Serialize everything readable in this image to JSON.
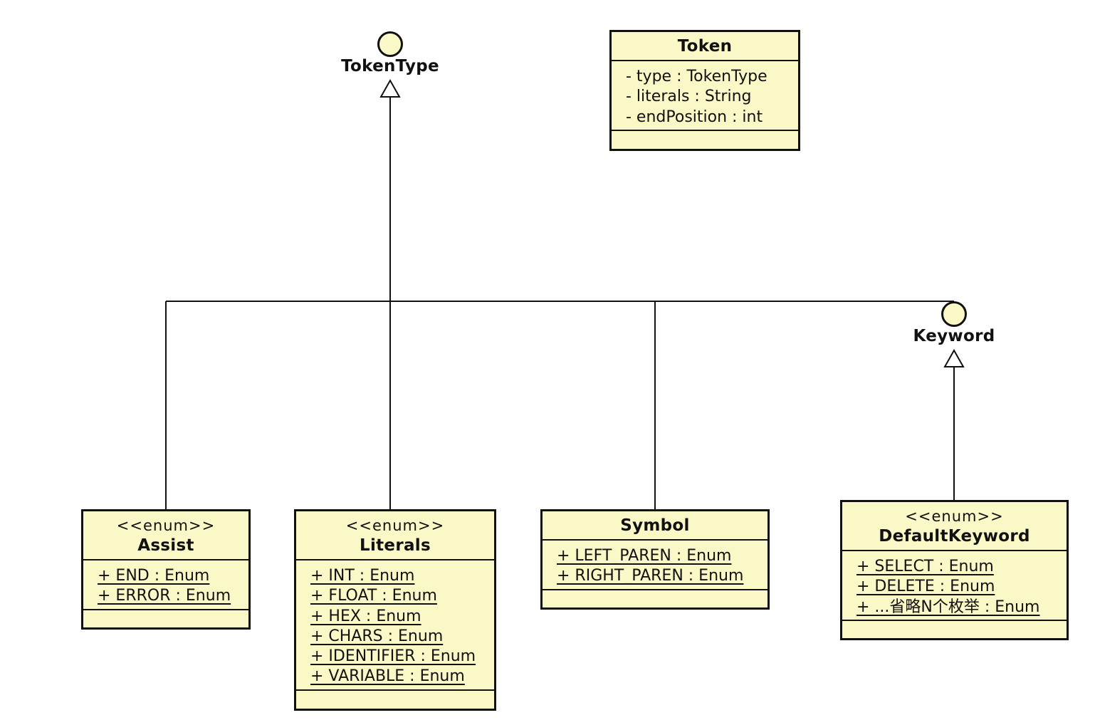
{
  "interfaces": {
    "token_type": {
      "name": "TokenType"
    },
    "keyword": {
      "name": "Keyword"
    }
  },
  "classes": {
    "token": {
      "name": "Token",
      "attributes": [
        "- type : TokenType",
        "- literals : String",
        "- endPosition : int"
      ]
    },
    "assist": {
      "stereotype": "<<enum>>",
      "name": "Assist",
      "attributes": [
        "+ END : Enum",
        "+ ERROR : Enum"
      ]
    },
    "literals": {
      "stereotype": "<<enum>>",
      "name": "Literals",
      "attributes": [
        "+ INT : Enum",
        "+ FLOAT : Enum",
        "+ HEX : Enum",
        "+ CHARS : Enum",
        "+ IDENTIFIER : Enum",
        "+ VARIABLE : Enum"
      ]
    },
    "symbol": {
      "name": "Symbol",
      "attributes": [
        "+ LEFT_PAREN : Enum",
        "+ RIGHT_PAREN : Enum"
      ]
    },
    "default_keyword": {
      "stereotype": "<<enum>>",
      "name": "DefaultKeyword",
      "attributes": [
        "+ SELECT : Enum",
        "+ DELETE : Enum",
        "+ ...省略N个枚举 : Enum"
      ]
    }
  },
  "colors": {
    "class_fill": "#fbf8c7",
    "line": "#111111"
  }
}
